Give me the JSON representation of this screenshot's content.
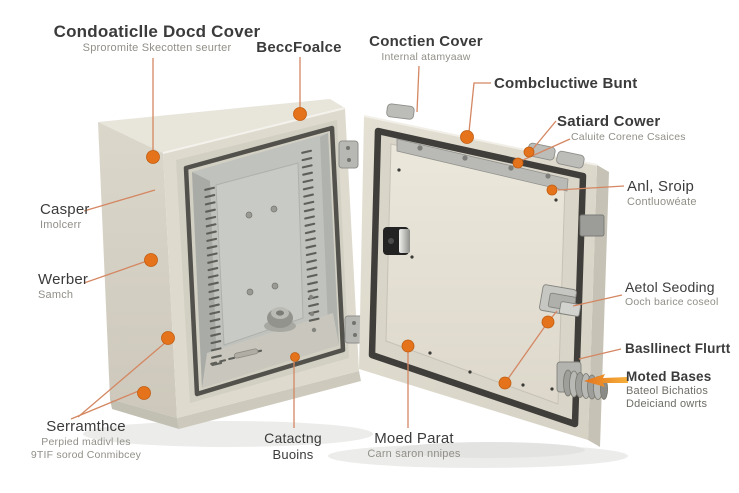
{
  "diagram": {
    "description": "Open wall-mount electrical enclosure with detached inner door, annotated callout diagram",
    "colors": {
      "background": "#ffffff",
      "callout_dot": "#e4731c",
      "leader_line": "#d48762",
      "title_text": "#3b3b3b",
      "subtitle_text": "#918f88",
      "enclosure_body": "#dcd8cc",
      "gasket": "#3f3e3a"
    },
    "callouts": [
      {
        "id": "top-left",
        "title": "Condoaticlle Docd Cover",
        "sub1": "Sproromite Skecotten seurter"
      },
      {
        "id": "top-mid",
        "title": "BeccFoalce"
      },
      {
        "id": "door-top",
        "title": "Conctien Cover",
        "sub1": "Internal atamyaaw"
      },
      {
        "id": "door-top-right",
        "title": "Combcluctiwe Bunt"
      },
      {
        "id": "right-1",
        "title": "Satiard Cower",
        "sub1": "Caluite Corene Csaices"
      },
      {
        "id": "right-2",
        "title": "Anl, Sroip",
        "sub1": "Contluowéate"
      },
      {
        "id": "right-3",
        "title": "Aetol Seoding",
        "sub1": "Ooch barice coseol"
      },
      {
        "id": "right-4",
        "title": "Basllinect Flurtt"
      },
      {
        "id": "right-5",
        "title": "Moted Bases",
        "sub1": "Bateol Bichatios",
        "sub2": "Ddeiciand owrts"
      },
      {
        "id": "left-1",
        "title": "Casper",
        "sub1": "Imolcerr"
      },
      {
        "id": "left-2",
        "title": "Werber",
        "sub1": "Samch"
      },
      {
        "id": "bottom-left",
        "title": "Serramthce",
        "sub1": "Perpied madivl les",
        "sub2": "9TIF sorod Conmibcey"
      },
      {
        "id": "bottom-mid-1",
        "title": "Catactng",
        "sub1": "Buoins"
      },
      {
        "id": "bottom-mid-2",
        "title": "Moed Parat",
        "sub1": "Carn saron nnipes"
      }
    ]
  }
}
